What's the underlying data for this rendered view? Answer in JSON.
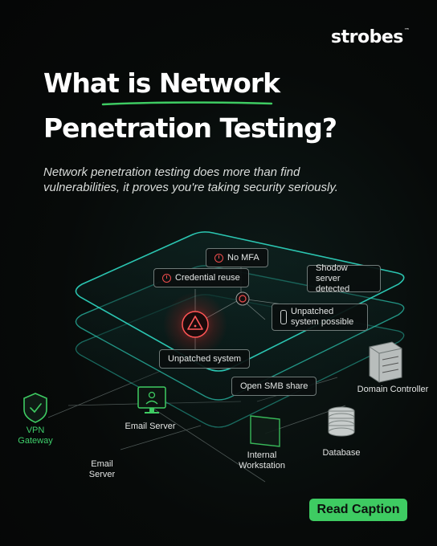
{
  "brand": {
    "name": "strobes",
    "mark": "™"
  },
  "title": {
    "line1": "What is Network",
    "line2": "Penetration Testing?"
  },
  "subtitle": "Network penetration testing does more than find vulnerabilities, it proves you're taking security seriously.",
  "findings": {
    "no_mfa": "No MFA",
    "credential_reuse": "Credential reuse",
    "shadow_server": "Shodow server detected",
    "unpatched_possible": "Unpatched system possible",
    "unpatched_system": "Unpatched system",
    "open_smb": "Open SMB share"
  },
  "nodes": {
    "vpn_gateway": "VPN Gateway",
    "email_server": "Email Server",
    "email_server_2": "Email Server",
    "internal_workstation": "Internal Workstation",
    "database": "Database",
    "domain_controller": "Domain Controller"
  },
  "cta": {
    "label": "Read Caption"
  },
  "colors": {
    "accent": "#3ecb62",
    "alert": "#ef4d4d",
    "network_glow": "#2fd8c2",
    "background": "#070908"
  }
}
